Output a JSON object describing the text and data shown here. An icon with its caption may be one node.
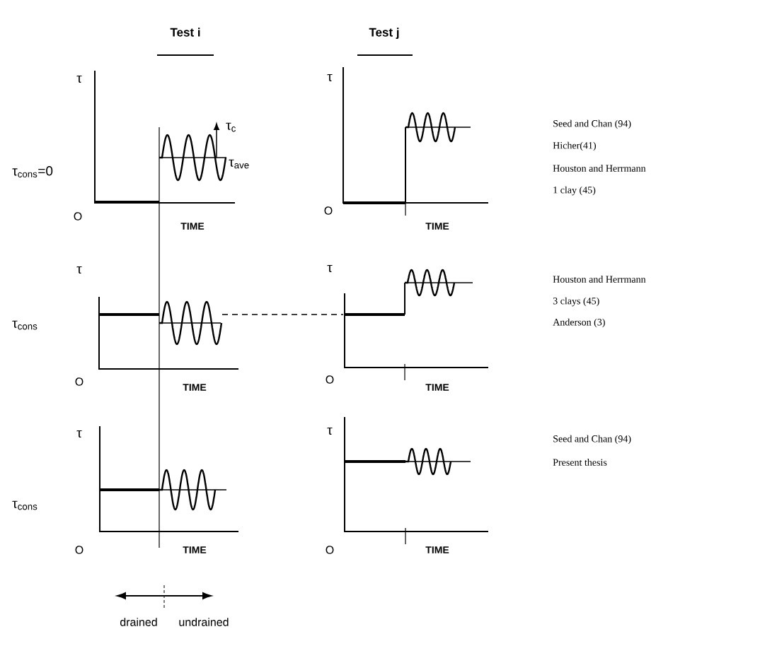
{
  "diagram": {
    "labels": [
      "Test i",
      "Test j",
      "τ",
      "τ",
      "Seed and Chan (94)",
      "Hicher(41)",
      "Houston and Herrmann",
      "1 clay (45)",
      "τ$_{c}$",
      "τ$_{cons}$=0",
      "τ$_{ave}$",
      "O",
      "O",
      "TIME",
      "TIME",
      "τ",
      "τ",
      "Houston and Herrmann",
      "3 clays (45)",
      "τ$_{cons}$",
      "Anderson (3)",
      "O",
      "O",
      "TIME",
      "TIME",
      "τ",
      "τ",
      "Seed and Chan (94)",
      "Present thesis",
      "τ$_{cons}$",
      "O",
      "TIME",
      "O",
      "TIME",
      "drained",
      "undrained"
    ]
  }
}
